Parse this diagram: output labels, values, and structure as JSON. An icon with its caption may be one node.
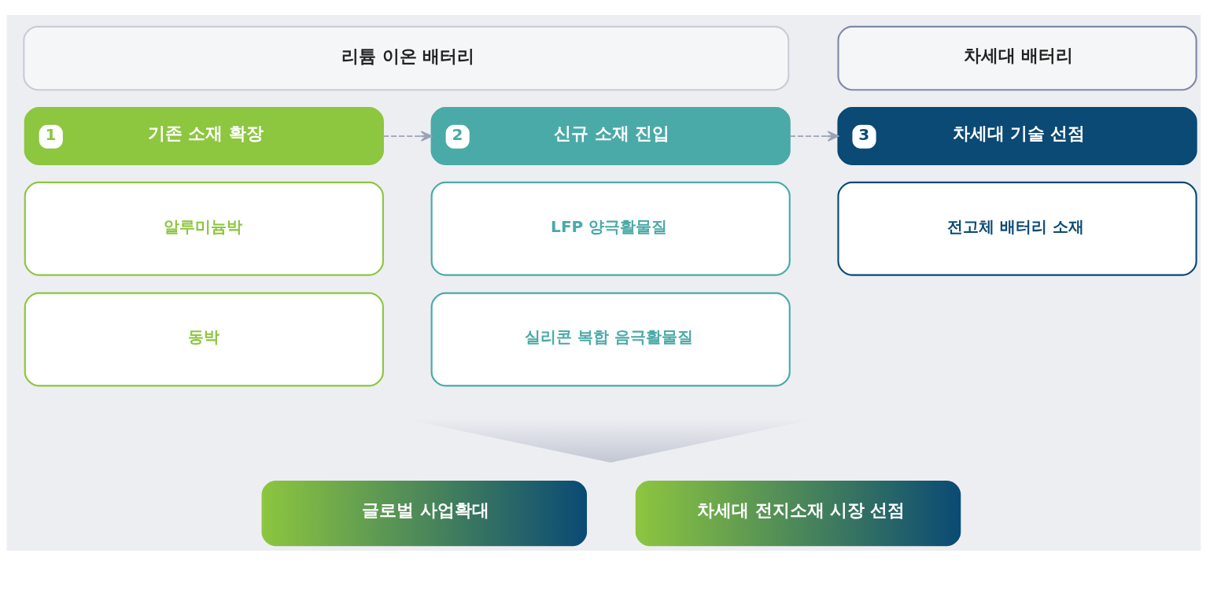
{
  "diagram": {
    "nodes": [
      {
        "text": [
          "리튬 이온 배터리"
        ]
      },
      {
        "text": [
          "차세대 배터리"
        ]
      },
      {
        "text": [
          "1",
          "기존 소재 확장"
        ]
      },
      {
        "text": [
          "2",
          "신규 소재 진입"
        ]
      },
      {
        "text": [
          "3",
          "차세대 기술 선점"
        ]
      },
      {
        "text": [
          "알루미늄박"
        ]
      },
      {
        "text": [
          "동박"
        ]
      },
      {
        "text": [
          "LFP 양극활물질"
        ]
      },
      {
        "text": [
          "실리콘 복합 음극활물질"
        ]
      },
      {
        "text": [
          "전고체 배터리 소재"
        ]
      },
      {
        "text": [],
        "shape": "triangle"
      },
      {
        "text": [
          "글로벌 사업확대"
        ]
      },
      {
        "text": [
          "차세대 전지소재 시장 선점"
        ]
      }
    ],
    "edges": [
      {
        "from": 2,
        "to": 3,
        "arrow": "to",
        "style": "dashed"
      },
      {
        "from": 3,
        "to": 4,
        "arrow": "to",
        "style": "dashed"
      }
    ]
  }
}
